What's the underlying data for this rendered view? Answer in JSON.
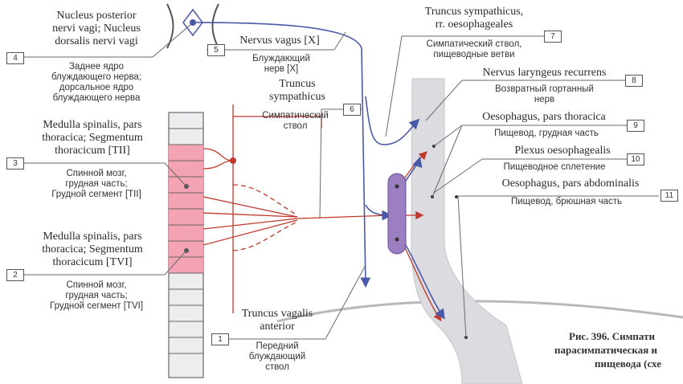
{
  "labels": {
    "l4": {
      "num": "4",
      "lat": [
        "Nucleus posterior",
        "nervi vagi; Nucleus",
        "dorsalis nervi vagi"
      ],
      "rus": [
        "Заднее ядро",
        "блуждающего нерва;",
        "дорсальное ядро",
        "блуждающего нерва"
      ]
    },
    "l5": {
      "num": "5",
      "lat": [
        "Nervus vagus [X]"
      ],
      "rus": [
        "Блуждающий",
        "нерв [X]"
      ]
    },
    "l7": {
      "num": "7",
      "lat": [
        "Truncus sympathicus,",
        "rr. oesophageales"
      ],
      "rus": [
        "Симпатический ствол,",
        "пищеводные ветви"
      ]
    },
    "l6": {
      "num": "6",
      "lat": [
        "Truncus",
        "sympathicus"
      ],
      "rus": [
        "Симпатический",
        "ствол"
      ]
    },
    "l8": {
      "num": "8",
      "lat": [
        "Nervus laryngeus recurrens"
      ],
      "rus": [
        "Возвратный гортанный",
        "нерв"
      ]
    },
    "l9": {
      "num": "9",
      "lat": [
        "Oesophagus, pars thoracica"
      ],
      "rus": [
        "Пищевод, грудная часть"
      ]
    },
    "l10": {
      "num": "10",
      "lat": [
        "Plexus oesophagealis"
      ],
      "rus": [
        "Пищеводное сплетение"
      ]
    },
    "l11": {
      "num": "11",
      "lat": [
        "Oesophagus, pars abdominalis"
      ],
      "rus": [
        "Пищевод, брюшная часть"
      ]
    },
    "l3": {
      "num": "3",
      "lat": [
        "Medulla spinalis, pars",
        "thoracica; Segmentum",
        "thoracicum [TII]"
      ],
      "rus": [
        "Спинной мозг,",
        "грудная часть;",
        "Грудной сегмент [TII]"
      ]
    },
    "l2": {
      "num": "2",
      "lat": [
        "Medulla spinalis, pars",
        "thoracica; Segmentum",
        "thoracicum [TVI]"
      ],
      "rus": [
        "Спинной мозг,",
        "грудная часть;",
        "Грудной сегмент [TVI]"
      ]
    },
    "l1": {
      "num": "1",
      "lat": [
        "Truncus vagalis",
        "anterior"
      ],
      "rus": [
        "Передний",
        "блуждающий",
        "ствол"
      ]
    }
  },
  "caption": [
    "Рис. 396. Симпати",
    "парасимпатическая и",
    "пищевода (схе"
  ],
  "colors": {
    "sympathetic": "#c0392b",
    "parasympathetic": "#4a5aa8",
    "cord_fill": "#f4a3b4",
    "ganglion": "#9b7fc0",
    "organ": "#dcdce0",
    "leader": "#6a6a6a"
  }
}
